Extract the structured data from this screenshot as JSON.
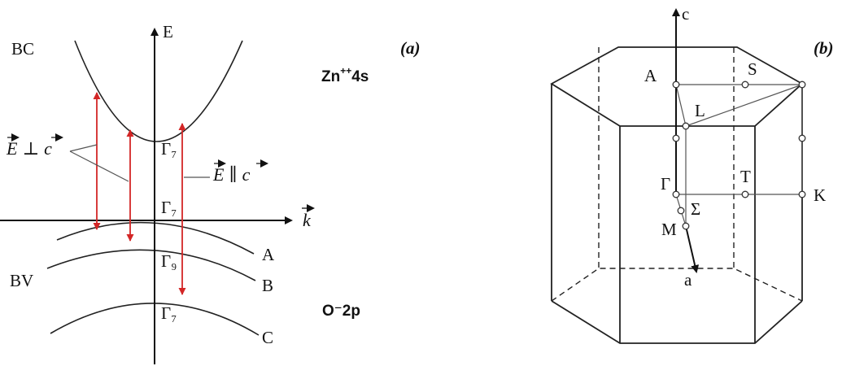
{
  "panel_a": {
    "tag": "(a)",
    "bc": "BC",
    "bv": "BV",
    "e_axis": "E",
    "k_axis": "k",
    "zn_prefix": "Zn",
    "zn_sup": "++",
    "zn_suffix": "4s",
    "o_label": "O⁻2p",
    "gamma_bc": "Γ₇",
    "gamma_a": "Γ₇",
    "gamma_b": "Γ₉",
    "gamma_c": "Γ₇",
    "band_a": "A",
    "band_b": "B",
    "band_c": "C",
    "perp_label": "E ⊥ c",
    "par_label": "E ∥ c",
    "perp_sym": "⊥",
    "par_sym": "∥"
  },
  "panel_b": {
    "tag": "(b)",
    "c_axis": "c",
    "a_axis": "a",
    "points": {
      "A": "A",
      "S": "S",
      "L": "L",
      "T": "T",
      "Gamma": "Γ",
      "K": "K",
      "Sigma": "Σ",
      "M": "M"
    }
  },
  "colors": {
    "transition_arrows": "#d32626",
    "lines": "#222222"
  }
}
